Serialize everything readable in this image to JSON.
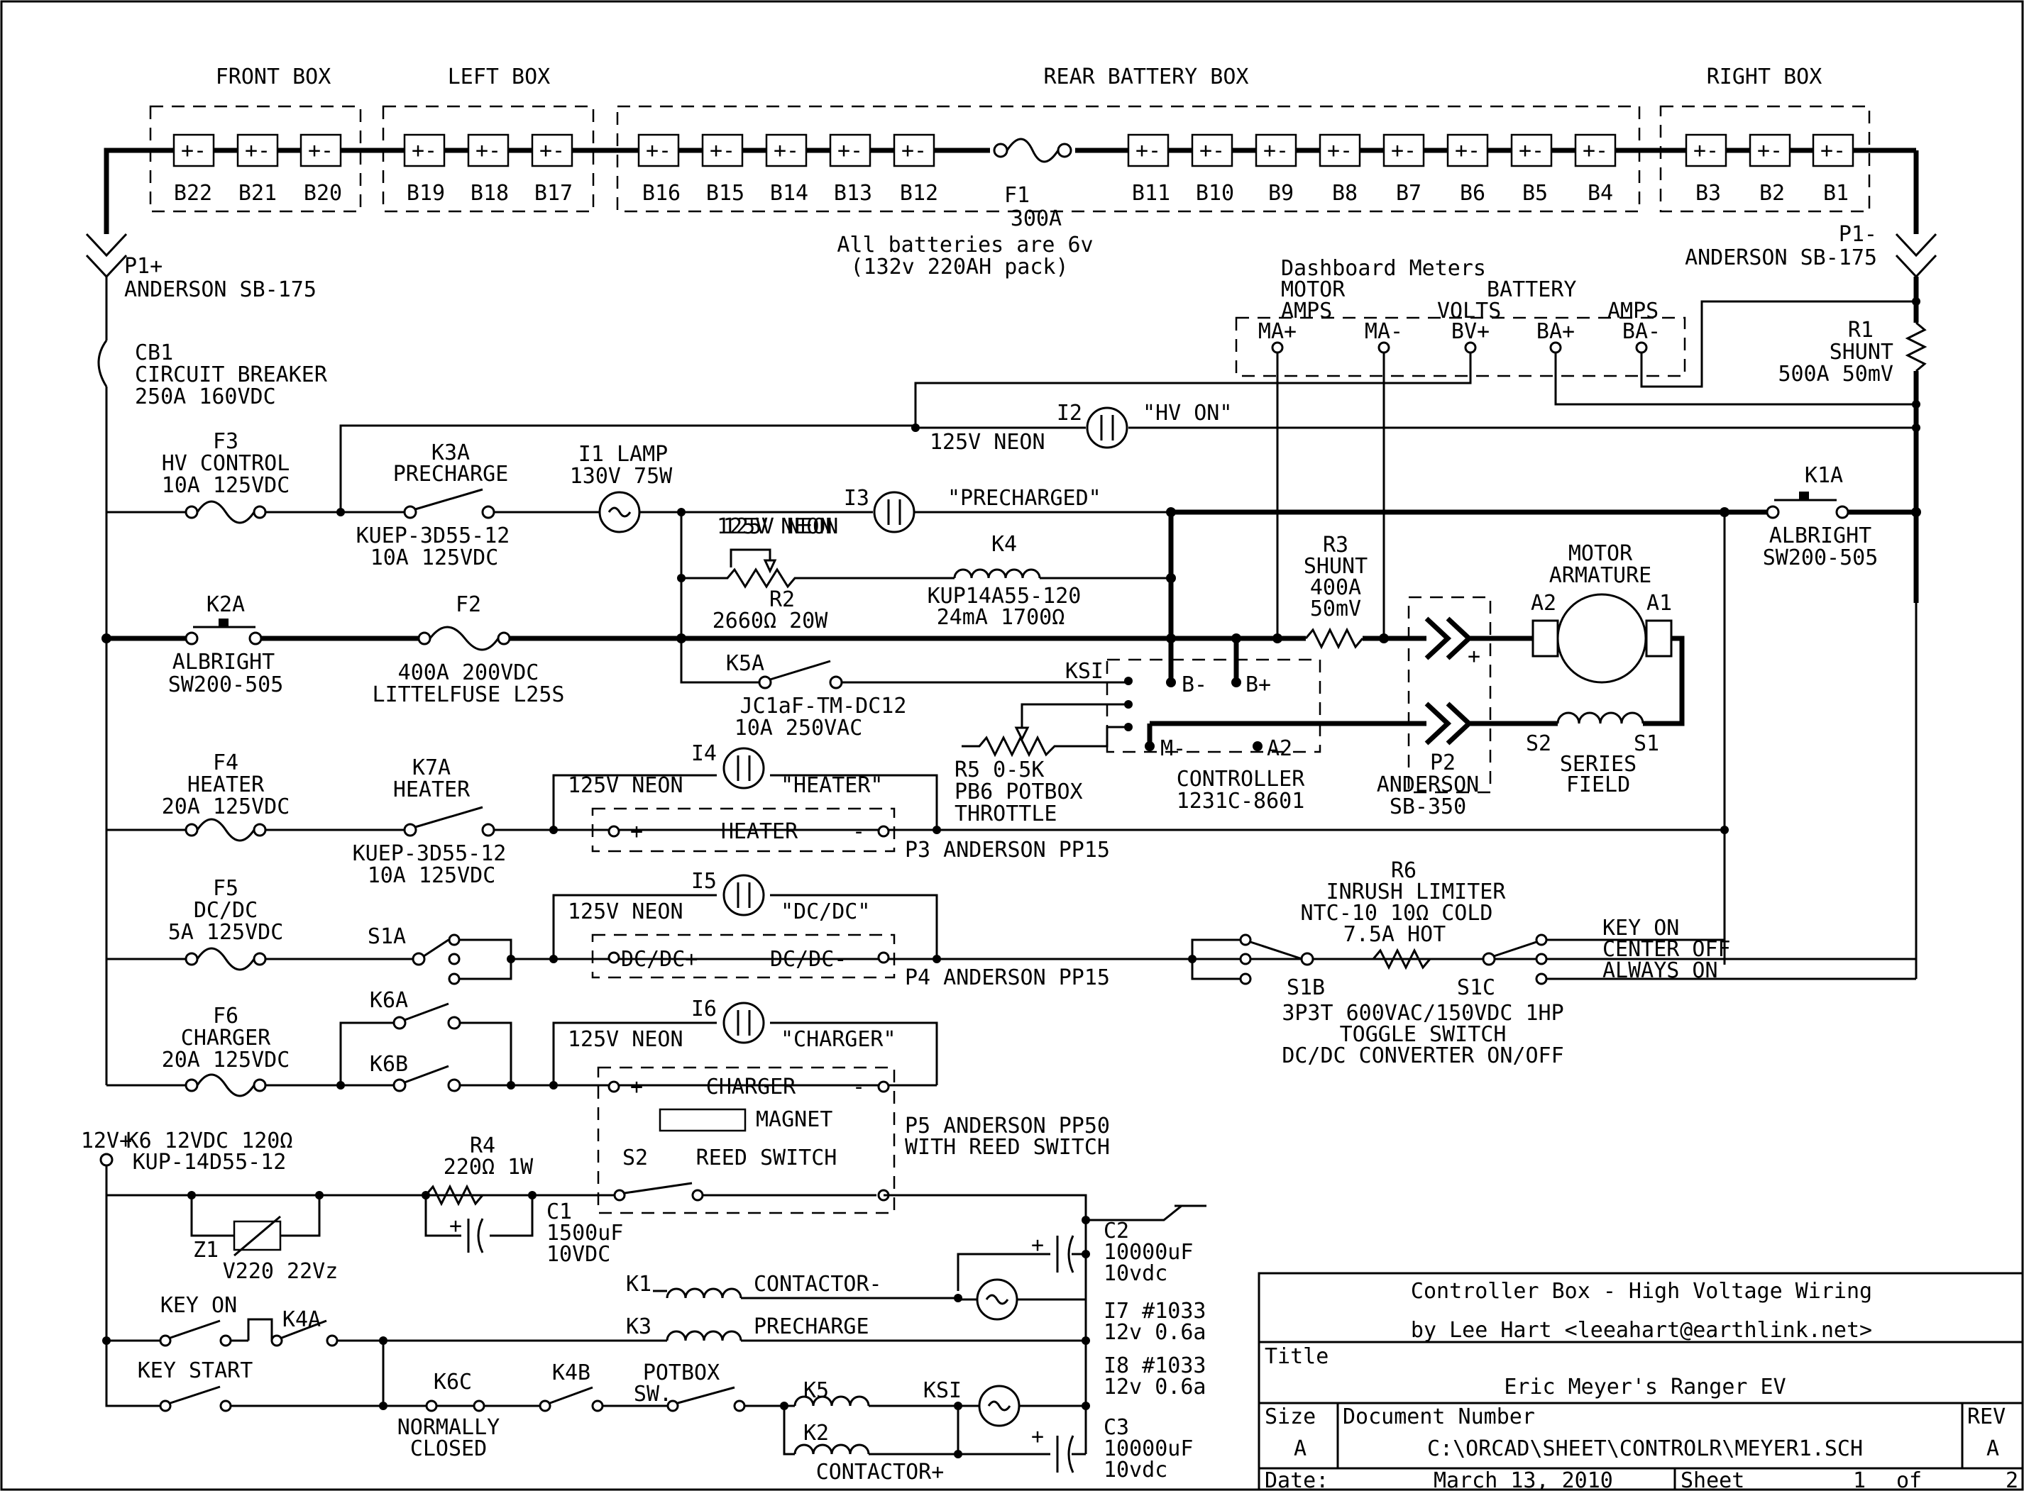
{
  "boxes": {
    "front": "FRONT BOX",
    "left": "LEFT BOX",
    "rear": "REAR BATTERY BOX",
    "right": "RIGHT BOX"
  },
  "batteries": {
    "front": [
      "B22",
      "B21",
      "B20"
    ],
    "left": [
      "B19",
      "B18",
      "B17"
    ],
    "rear_a": [
      "B16",
      "B15",
      "B14",
      "B13",
      "B12"
    ],
    "rear_b": [
      "B11",
      "B10",
      "B9",
      "B8",
      "B7",
      "B6",
      "B5",
      "B4"
    ],
    "right": [
      "B3",
      "B2",
      "B1"
    ],
    "cell_mark": "+-"
  },
  "fuse_f1": {
    "name": "F1",
    "rating": "300A"
  },
  "pack_note": [
    "All batteries are 6v",
    "(132v 220AH pack)"
  ],
  "p1": {
    "name": "P1+",
    "part": "ANDERSON SB-175"
  },
  "p1m": {
    "name": "P1-",
    "part": "ANDERSON SB-175"
  },
  "meters": {
    "title": "Dashboard Meters",
    "motor": "MOTOR",
    "amps1": "AMPS",
    "battery": "BATTERY",
    "volts": "VOLTS",
    "amps2": "AMPS",
    "terminals": [
      "MA+",
      "MA-",
      "BV+",
      "BA+",
      "BA-"
    ]
  },
  "r1": [
    "R1",
    "SHUNT",
    "500A 50mV"
  ],
  "cb1": [
    "CB1",
    "CIRCUIT BREAKER",
    "250A 160VDC"
  ],
  "i2": {
    "name": "I2",
    "label": "\"HV ON\"",
    "type": "125V NEON"
  },
  "f3": [
    "F3",
    "HV CONTROL",
    "10A 125VDC"
  ],
  "k3a": [
    "K3A",
    "PRECHARGE",
    "KUEP-3D55-12",
    "10A 125VDC"
  ],
  "i1": [
    "I1 LAMP",
    "130V 75W"
  ],
  "i3": {
    "name": "I3",
    "label": "\"PRECHARGED\"",
    "type": "125V NEON"
  },
  "k1a": [
    "K1A",
    "ALBRIGHT",
    "SW200-505"
  ],
  "k4": [
    "K4",
    "KUP14A55-120",
    "24mA 1700Ω"
  ],
  "r2": [
    "R2",
    "2660Ω 20W"
  ],
  "r3": [
    "R3",
    "SHUNT",
    "400A",
    "50mV"
  ],
  "motor": [
    "MOTOR",
    "ARMATURE",
    "A2",
    "A1"
  ],
  "k2a": [
    "K2A",
    "ALBRIGHT",
    "SW200-505"
  ],
  "f2": [
    "F2",
    "400A 200VDC",
    "LITTELFUSE L25S"
  ],
  "k5a": [
    "K5A",
    "JC1aF-TM-DC12",
    "10A 250VAC"
  ],
  "controller": {
    "ksi": "KSI",
    "bminus": "B-",
    "bplus": "B+",
    "mminus": "M-",
    "a2": "A2",
    "name": "CONTROLLER",
    "model": "1231C-8601"
  },
  "p2": [
    "P2",
    "ANDERSON",
    "SB-350"
  ],
  "field": [
    "S2",
    "S1",
    "SERIES",
    "FIELD"
  ],
  "r5": [
    "R5 0-5K",
    "PB6 POTBOX",
    "THROTTLE"
  ],
  "plus_sign": "+",
  "f4": [
    "F4",
    "HEATER",
    "20A 125VDC"
  ],
  "k7a": [
    "K7A",
    "HEATER",
    "KUEP-3D55-12",
    "10A 125VDC"
  ],
  "i4": {
    "name": "I4",
    "label": "\"HEATER\"",
    "type": "125V NEON"
  },
  "heater": {
    "plus": "+",
    "name": "HEATER",
    "minus": "-",
    "plug": "P3 ANDERSON PP15"
  },
  "f5": [
    "F5",
    "DC/DC",
    "5A 125VDC"
  ],
  "s1a": "S1A",
  "i5": {
    "name": "I5",
    "label": "\"DC/DC\"",
    "type": "125V NEON"
  },
  "dcdc": {
    "plus": "DC/DC+",
    "minus": "DC/DC-",
    "plug": "P4 ANDERSON PP15"
  },
  "r6": [
    "R6",
    "INRUSH LIMITER",
    "NTC-10 10Ω COLD",
    "7.5A HOT"
  ],
  "s1b": "S1B",
  "s1c": "S1C",
  "switch_pos": [
    "KEY ON",
    "CENTER OFF",
    "ALWAYS ON"
  ],
  "toggle": [
    "3P3T 600VAC/150VDC 1HP",
    "TOGGLE SWITCH",
    "DC/DC CONVERTER ON/OFF"
  ],
  "f6": [
    "F6",
    "CHARGER",
    "20A 125VDC"
  ],
  "k6a": "K6A",
  "k6b": "K6B",
  "i6": {
    "name": "I6",
    "label": "\"CHARGER\"",
    "type": "125V NEON"
  },
  "charger": {
    "plus": "+",
    "name": "CHARGER",
    "minus": "-",
    "magnet": "MAGNET",
    "s2": "S2",
    "reed": "REED SWITCH",
    "plug": [
      "P5 ANDERSON PP50",
      "WITH REED SWITCH"
    ]
  },
  "supply": "12V+",
  "k6": [
    "K6 12VDC 120Ω",
    "KUP-14D55-12"
  ],
  "r4": [
    "R4",
    "220Ω 1W"
  ],
  "c1": [
    "C1",
    "1500uF",
    "10VDC"
  ],
  "z1": [
    "Z1",
    "V220 22Vz"
  ],
  "c2": [
    "C2",
    "10000uF",
    "10vdc"
  ],
  "k1": [
    "K1",
    "CONTACTOR-"
  ],
  "k3": [
    "K3",
    "PRECHARGE"
  ],
  "i7": [
    "I7 #1033",
    "12v 0.6a"
  ],
  "i8": [
    "I8 #1033",
    "12v 0.6a"
  ],
  "key_on": "KEY ON",
  "k4a": "K4A",
  "key_start": "KEY START",
  "k6c": [
    "K6C",
    "NORMALLY",
    "CLOSED"
  ],
  "k4b": "K4B",
  "potbox": [
    "POTBOX",
    "SW."
  ],
  "k5": "K5",
  "ksi2": "KSI",
  "k2": [
    "K2",
    "CONTACTOR+"
  ],
  "c3": [
    "C3",
    "10000uF",
    "10vdc"
  ],
  "title_block": {
    "line1": "Controller Box - High Voltage Wiring",
    "line2": "by Lee Hart <leeahart@earthlink.net>",
    "title_label": "Title",
    "title": "Eric Meyer's Ranger EV",
    "size_label": "Size",
    "size": "A",
    "docnum_label": "Document Number",
    "docnum": "C:\\ORCAD\\SHEET\\CONTROLR\\MEYER1.SCH",
    "rev_label": "REV",
    "rev": "A",
    "date_label": "Date:",
    "date": "March 13, 2010",
    "sheet_label": "Sheet",
    "sheet": "1",
    "of_label": "of",
    "total": "2"
  }
}
